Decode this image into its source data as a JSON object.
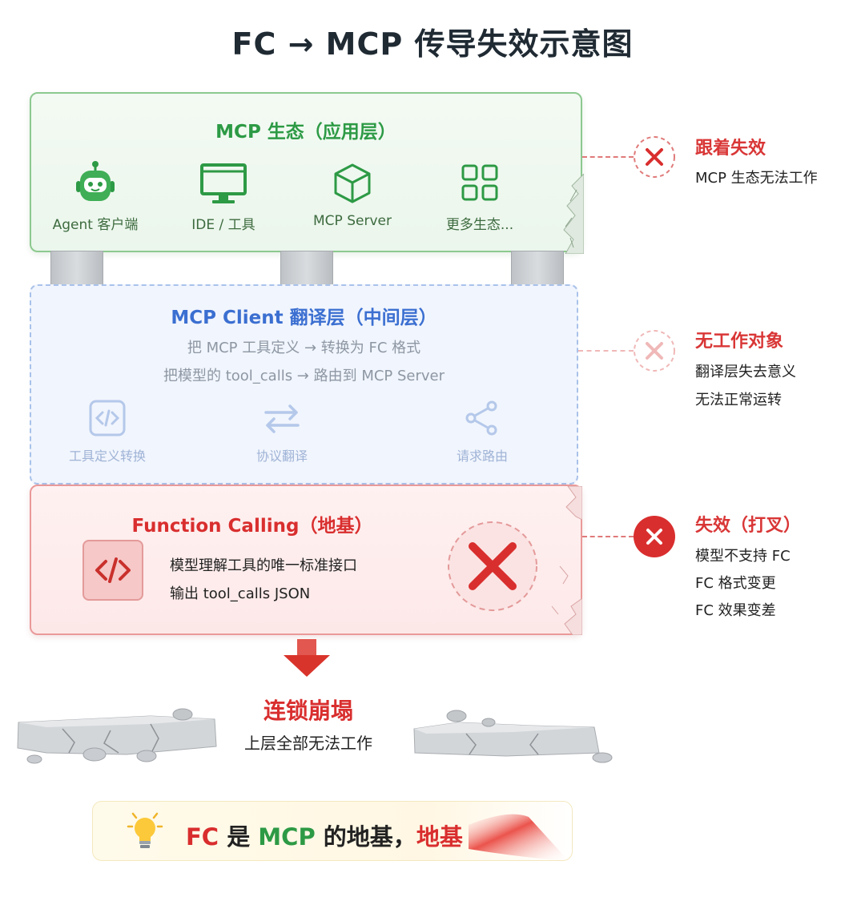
{
  "title": "FC → MCP 传导失效示意图",
  "colors": {
    "green": "#2d9a45",
    "blue": "#3b6fd1",
    "red": "#d92e2e"
  },
  "ecosystem": {
    "title": "MCP 生态（应用层）",
    "items": [
      {
        "label": "Agent 客户端",
        "icon": "robot-icon"
      },
      {
        "label": "IDE / 工具",
        "icon": "monitor-icon"
      },
      {
        "label": "MCP Server",
        "icon": "cube-icon"
      },
      {
        "label": "更多生态...",
        "icon": "grid-icon"
      }
    ]
  },
  "client": {
    "title": "MCP Client 翻译层（中间层）",
    "line1": "把 MCP 工具定义 → 转换为 FC 格式",
    "line2": "把模型的 tool_calls → 路由到 MCP Server",
    "items": [
      {
        "label": "工具定义转换",
        "icon": "code-icon"
      },
      {
        "label": "协议翻译",
        "icon": "swap-arrows-icon"
      },
      {
        "label": "请求路由",
        "icon": "share-icon"
      }
    ]
  },
  "foundation": {
    "title": "Function Calling（地基）",
    "line1": "模型理解工具的唯一标准接口",
    "line2": "输出 tool_calls JSON"
  },
  "status": [
    {
      "title": "跟着失效",
      "lines": [
        "MCP 生态无法工作"
      ]
    },
    {
      "title": "无工作对象",
      "lines": [
        "翻译层失去意义",
        "无法正常运转"
      ]
    },
    {
      "title": "失效（打叉）",
      "lines": [
        "模型不支持 FC",
        "FC 格式变更",
        "FC 效果变差"
      ]
    }
  ],
  "collapse": {
    "title": "连锁崩塌",
    "subtitle": "上层全部无法工作"
  },
  "tip": {
    "part1": "FC",
    "part2": " 是 ",
    "part3": "MCP",
    "part4": " 的地基，",
    "part5": "地基"
  }
}
